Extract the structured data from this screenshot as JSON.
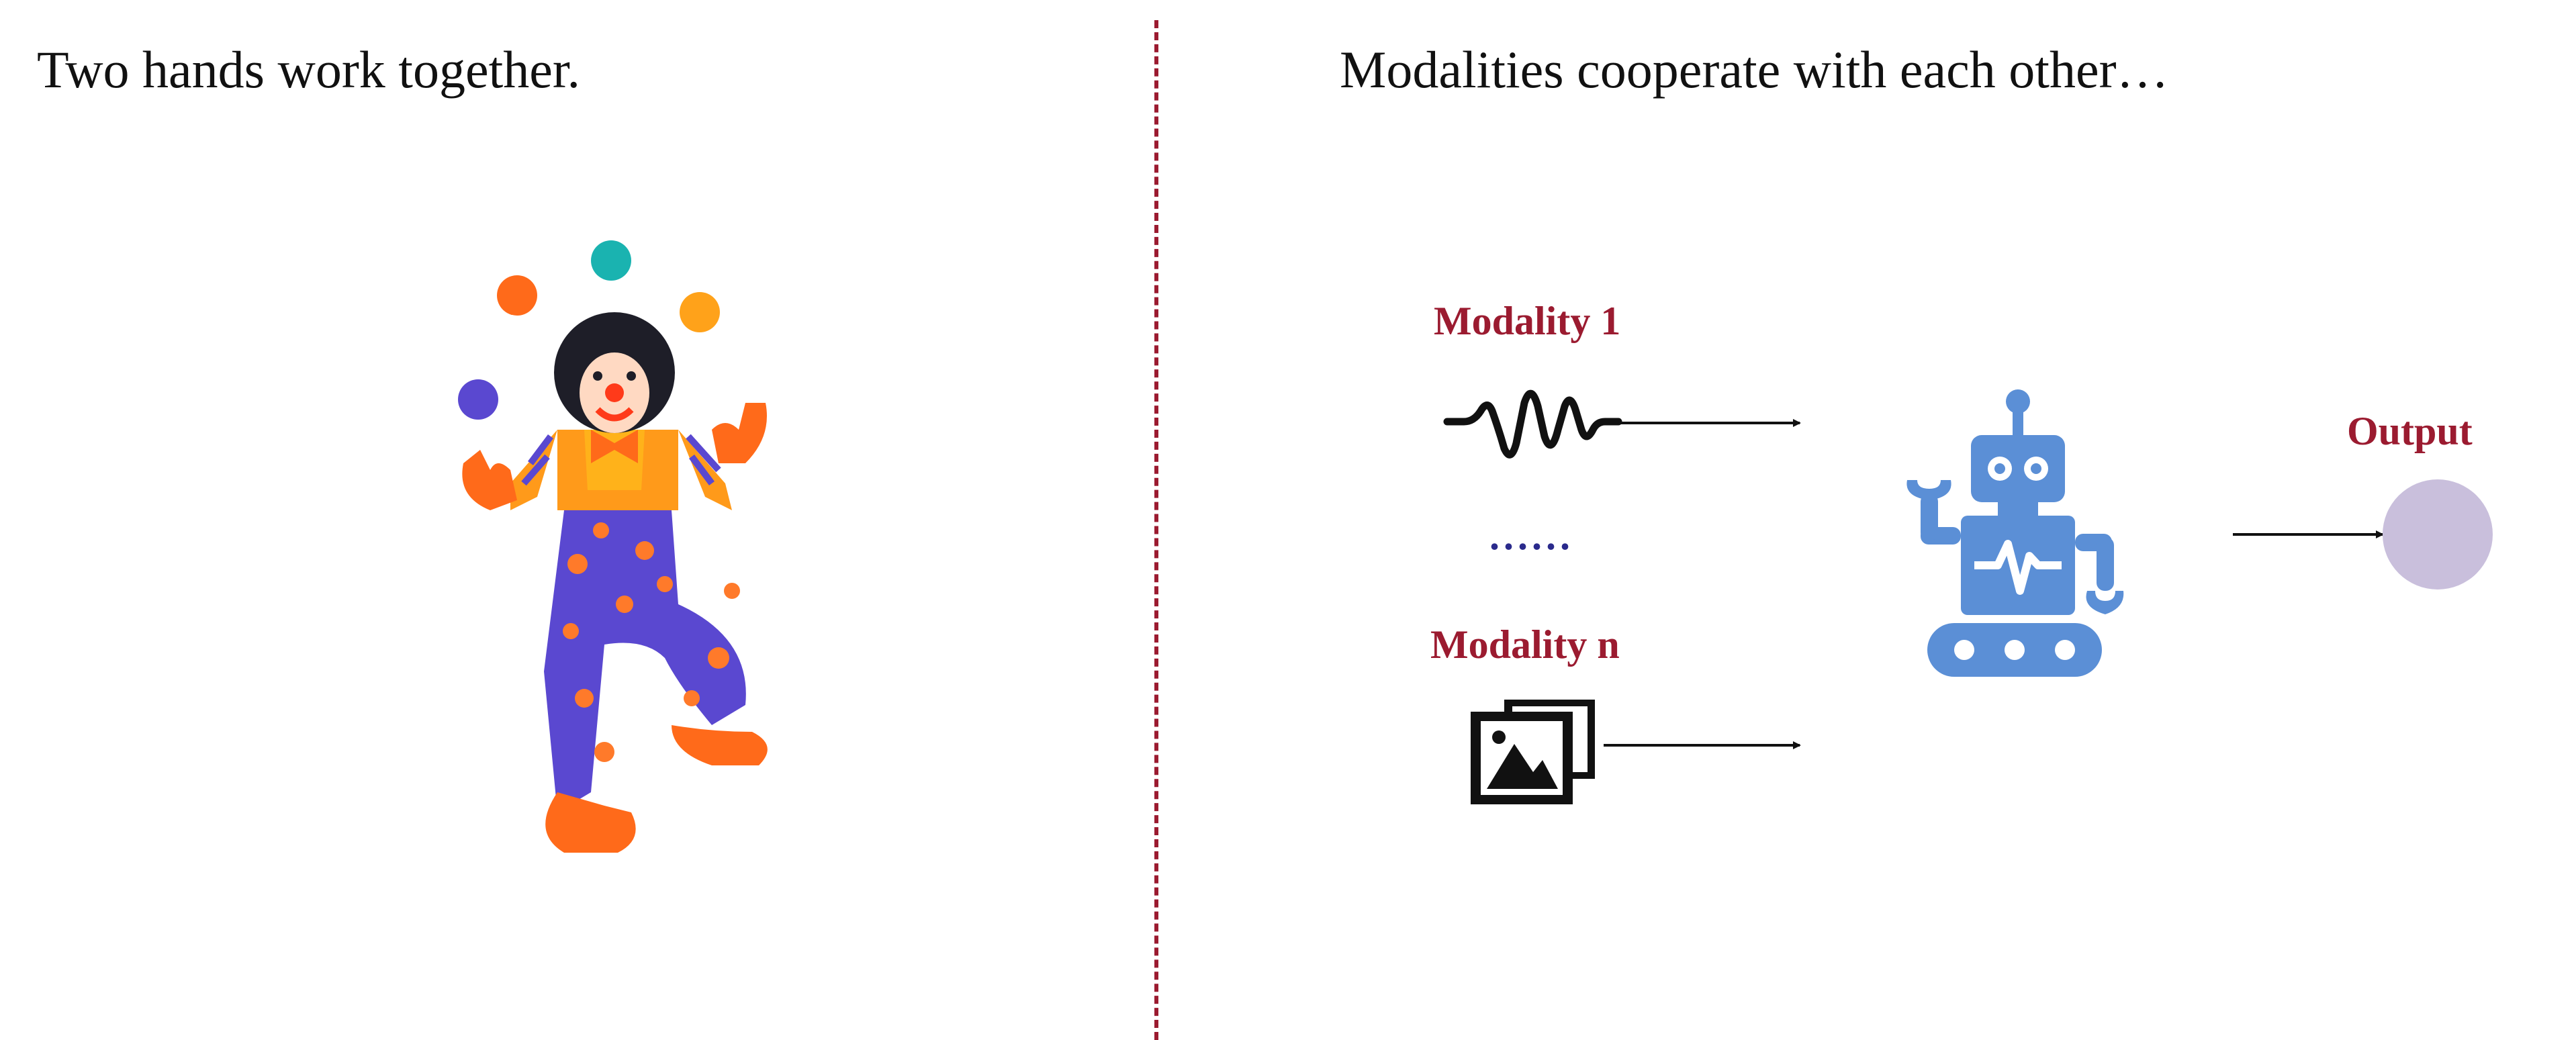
{
  "left_panel": {
    "heading": "Two hands work together."
  },
  "right_panel": {
    "heading": "Modalities cooperate with each other…",
    "modality_1_label": "Modality 1",
    "modality_n_label": "Modality n",
    "ellipsis": "......",
    "output_label": "Output"
  },
  "icons": {
    "left": "juggling-clown-illustration",
    "wave": "audio-waveform-icon",
    "image": "image-gallery-icon",
    "model": "robot-icon",
    "output": "output-node-circle"
  },
  "colors": {
    "accent_label": "#9b1b30",
    "divider": "#9b1b30",
    "ellipsis": "#2a2a8c",
    "robot": "#5b8fd6",
    "output_node": "#c9bfdc"
  }
}
